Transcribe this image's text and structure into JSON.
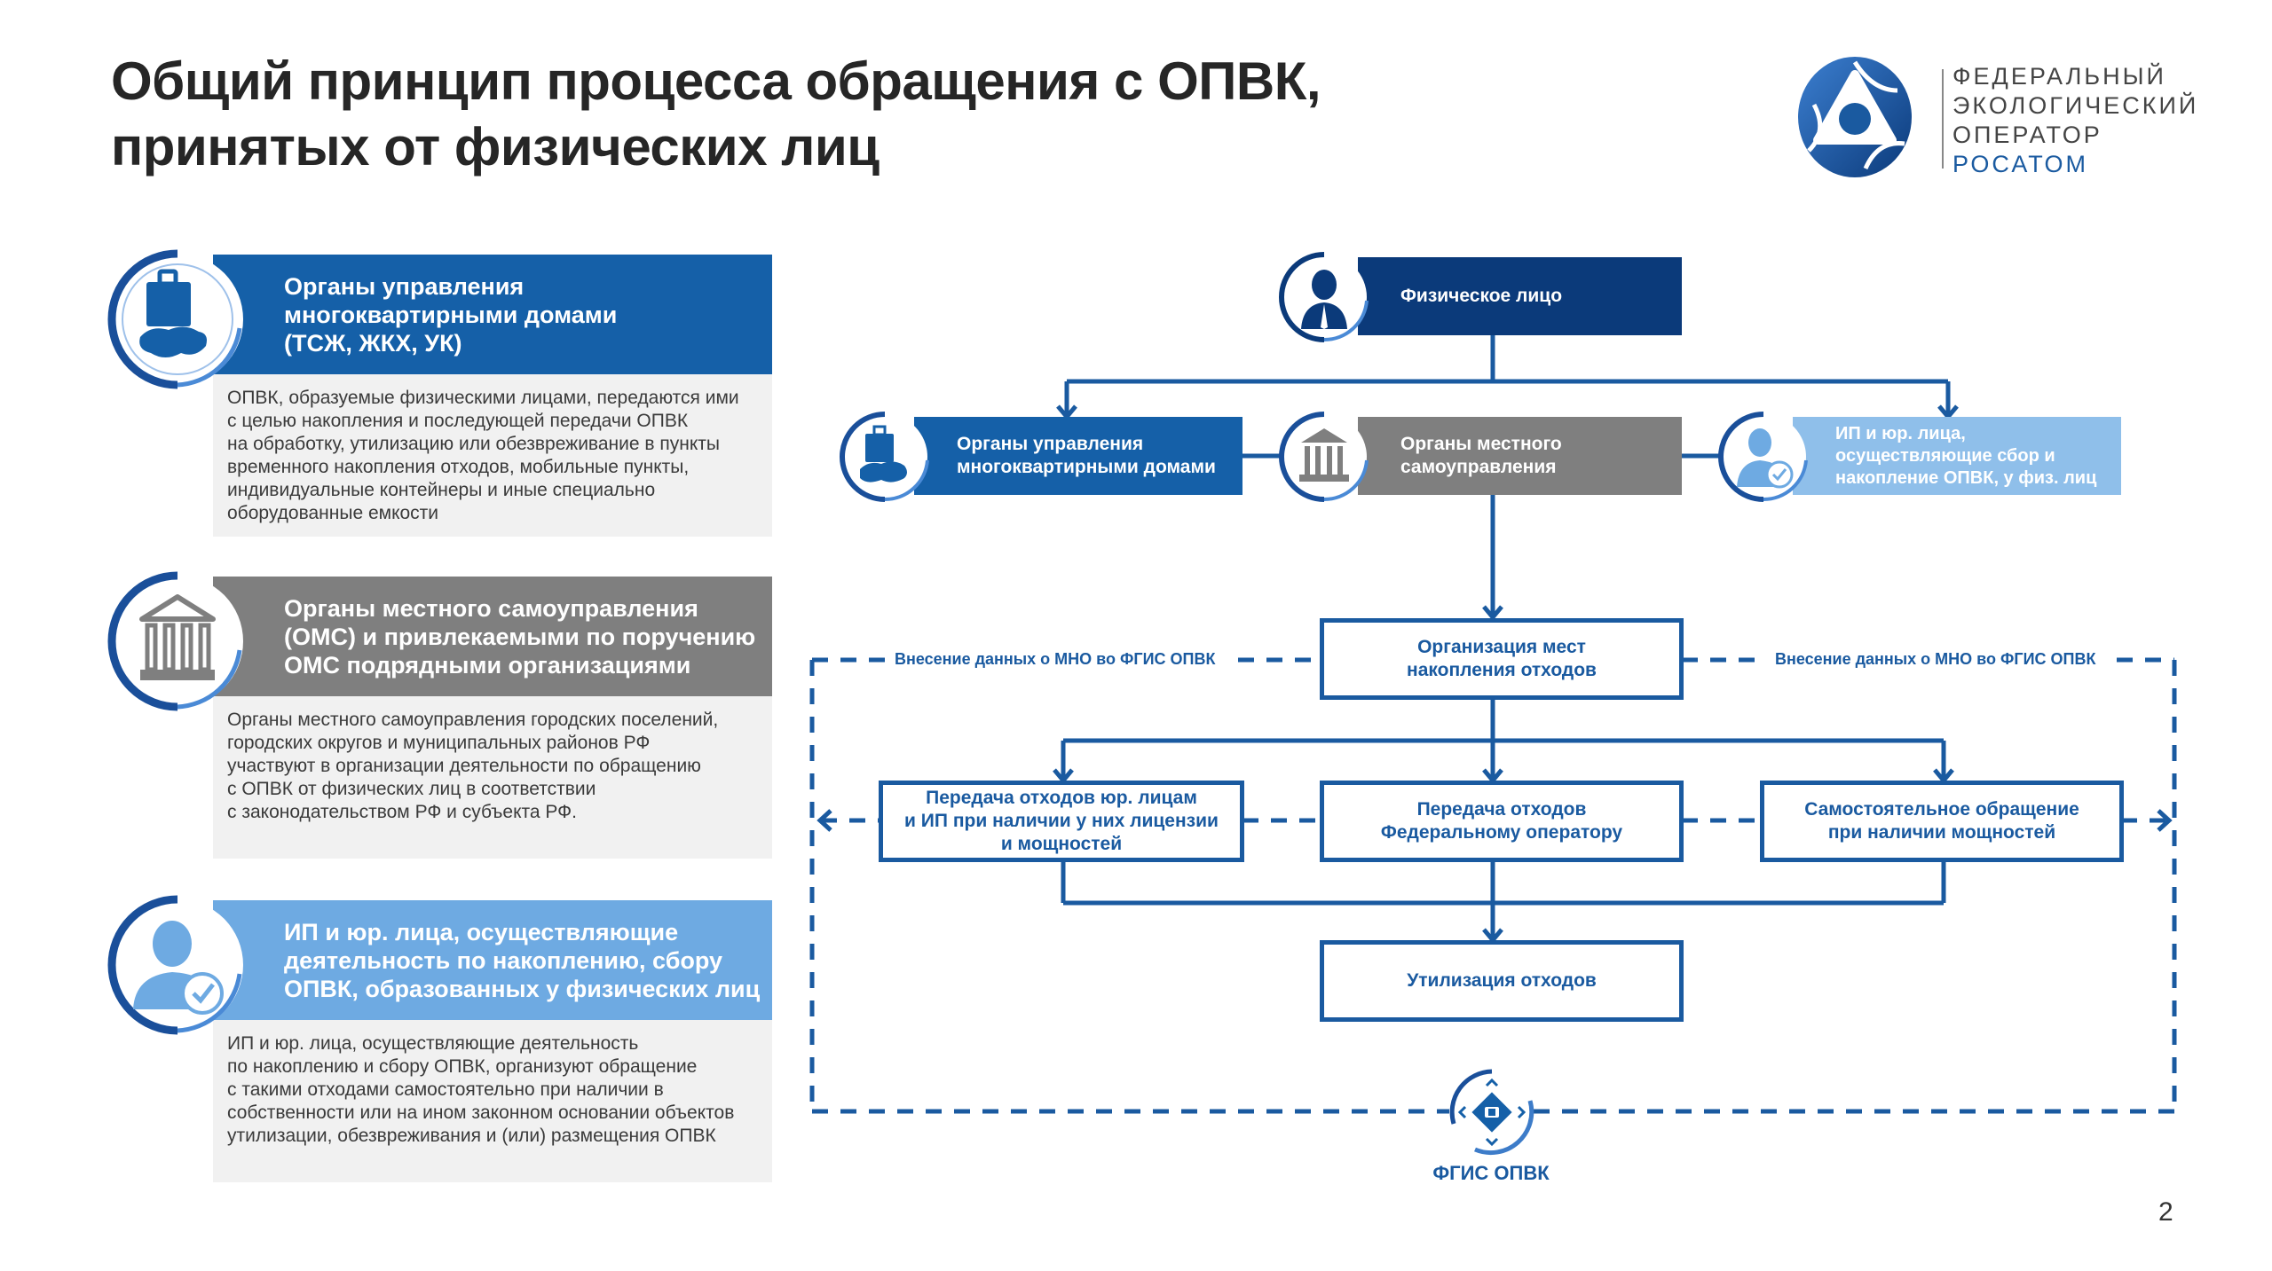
{
  "title": {
    "line1": "Общий принцип процесса обращения с ОПВК,",
    "line2": "принятых от физических лиц"
  },
  "logo": {
    "icon": "rosatom-logo-icon",
    "lines": [
      "ФЕДЕРАЛЬНЫЙ",
      "ЭКОЛОГИЧЕСКИЙ",
      "ОПЕРАТОР"
    ],
    "brand": "РОСАТОМ"
  },
  "colors": {
    "dark_blue": "#0b3a7a",
    "blue": "#1560a8",
    "line_blue": "#1a5aa0",
    "gray": "#7f7f7f",
    "light_blue": "#6eaae2",
    "light_blue_box": "#8fbfea",
    "body_gray": "#f1f1f1"
  },
  "cards": [
    {
      "icon": "briefcase-russia-icon",
      "header_lines": [
        "Органы управления",
        "многоквартирными домами",
        "(ТСЖ, ЖКХ, УК)"
      ],
      "body_lines": [
        "ОПВК, образуемые физическими лицами, передаются ими",
        "с целью накопления и последующей передачи ОПВК",
        "на обработку, утилизацию или обезвреживание в пункты",
        "временного накопления отходов, мобильные пункты,",
        "индивидуальные контейнеры и иные специально",
        "оборудованные емкости"
      ]
    },
    {
      "icon": "government-building-icon",
      "header_lines": [
        "Органы местного самоуправления",
        "(ОМС) и привлекаемыми по поручению",
        "ОМС подрядными организациями"
      ],
      "body_lines": [
        "Органы местного самоуправления городских поселений,",
        "городских округов и муниципальных районов РФ",
        "участвуют в организации деятельности по обращению",
        "с ОПВК от физических лиц в соответствии",
        "с законодательством РФ и субъекта РФ."
      ]
    },
    {
      "icon": "person-check-icon",
      "header_lines": [
        "ИП и юр. лица, осуществляющие",
        "деятельность по накоплению, сбору",
        "ОПВК, образованных у физических лиц"
      ],
      "body_lines": [
        "ИП и юр. лица, осуществляющие деятельность",
        "по накоплению и сбору ОПВК, организуют обращение",
        "с такими отходами самостоятельно при наличии в",
        "собственности или на ином законном основании объектов",
        "утилизации, обезвреживания и (или) размещения ОПВК"
      ]
    }
  ],
  "flow": {
    "individual": {
      "icon": "person-icon",
      "label": "Физическое лицо"
    },
    "row2": [
      {
        "icon": "briefcase-russia-icon",
        "lines": [
          "Органы управления",
          "многоквартирными домами"
        ]
      },
      {
        "icon": "government-building-icon",
        "lines": [
          "Органы местного",
          "самоуправления"
        ]
      },
      {
        "icon": "person-check-icon",
        "lines": [
          "ИП и юр. лица,",
          "осуществляющие сбор и",
          "накопление ОПВК, у физ. лиц"
        ]
      }
    ],
    "accumulation": {
      "lines": [
        "Организация мест",
        "накопления отходов"
      ]
    },
    "dash_label_left": "Внесение данных о МНО во ФГИС ОПВК",
    "dash_label_right": "Внесение данных о МНО во ФГИС ОПВК",
    "row4": [
      {
        "lines": [
          "Передача отходов юр. лицам",
          "и ИП при наличии у них лицензии",
          "и мощностей"
        ]
      },
      {
        "lines": [
          "Передача отходов",
          "Федеральному оператору"
        ]
      },
      {
        "lines": [
          "Самостоятельное обращение",
          "при наличии мощностей"
        ]
      }
    ],
    "utilization": {
      "label": "Утилизация отходов"
    },
    "fgis": {
      "icon": "fgis-chip-icon",
      "label": "ФГИС ОПВК"
    }
  },
  "page_number": "2"
}
